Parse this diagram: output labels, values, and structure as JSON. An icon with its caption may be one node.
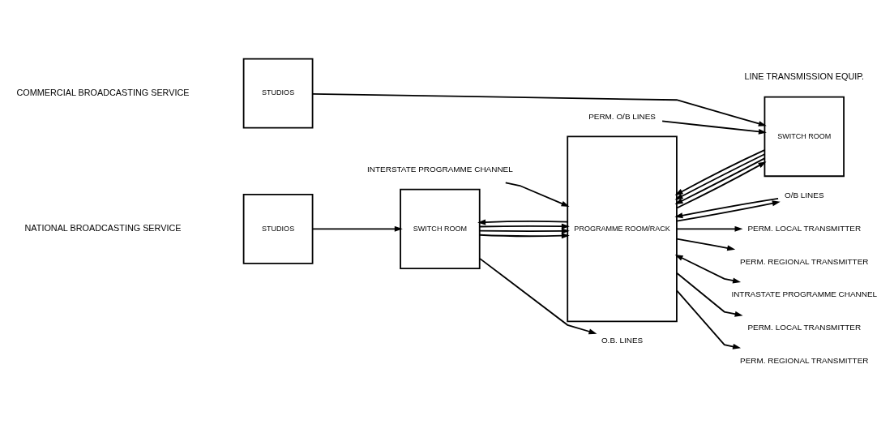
{
  "diagram": {
    "nodes": [
      {
        "text": [
          "STUDIOS"
        ]
      },
      {
        "text": [
          "SWITCH ROOM"
        ]
      },
      {
        "text": [
          "O.B. LINES"
        ]
      },
      {
        "text": [
          "STUDIOS"
        ]
      },
      {
        "text": [
          "SWITCH ROOM"
        ]
      },
      {
        "text": [
          "PERM. O/B LINES"
        ]
      },
      {
        "text": [
          "PROGRAMME ROOM/RACK"
        ]
      },
      {
        "text": [
          "O/B LINES"
        ]
      },
      {
        "text": [
          "PERM. LOCAL TRANSMITTER"
        ]
      },
      {
        "text": [
          "PERM. REGIONAL TRANSMITTER"
        ]
      },
      {
        "text": [
          "INTERSTATE PROGRAMME CHANNEL"
        ]
      },
      {
        "text": [
          "INTRASTATE PROGRAMME CHANNEL"
        ]
      },
      {
        "text": [
          "PERM. LOCAL TRANSMITTER"
        ]
      },
      {
        "text": [
          "PERM. REGIONAL TRANSMITTER"
        ]
      }
    ],
    "edges": [
      {
        "from": 0,
        "to": 1,
        "arrow": "to"
      },
      {
        "from": 1,
        "to": 2,
        "arrow": "to"
      },
      {
        "from": 1,
        "to": 6,
        "arrow": "to"
      },
      {
        "from": 1,
        "to": 6,
        "arrow": "to"
      },
      {
        "from": 1,
        "to": 6,
        "arrow": "to"
      },
      {
        "from": 6,
        "to": 1,
        "arrow": "to"
      },
      {
        "from": 6,
        "to": 7,
        "arrow": "to"
      },
      {
        "from": 7,
        "to": 6,
        "arrow": "to"
      },
      {
        "from": 3,
        "to": 4,
        "arrow": "to"
      },
      {
        "from": 5,
        "to": 4,
        "arrow": "to"
      },
      {
        "from": 4,
        "to": 6,
        "arrow": "to"
      },
      {
        "from": 6,
        "to": 4,
        "arrow": "to"
      },
      {
        "from": 4,
        "to": 6,
        "arrow": "to"
      },
      {
        "from": 4,
        "to": 6,
        "arrow": "to"
      },
      {
        "from": 6,
        "to": 8,
        "arrow": "to"
      },
      {
        "from": 6,
        "to": 9,
        "arrow": "to"
      },
      {
        "from": 10,
        "to": 6,
        "arrow": "to"
      },
      {
        "from": 6,
        "to": 11,
        "arrow": "both"
      },
      {
        "from": 6,
        "to": 12,
        "arrow": "to"
      },
      {
        "from": 6,
        "to": 13,
        "arrow": "to"
      }
    ],
    "labels": [
      "NATIONAL BROADCASTING SERVICE",
      "LINE TRANSMISSION EQUIP.",
      "COMMERCIAL BROADCASTING SERVICE"
    ]
  }
}
